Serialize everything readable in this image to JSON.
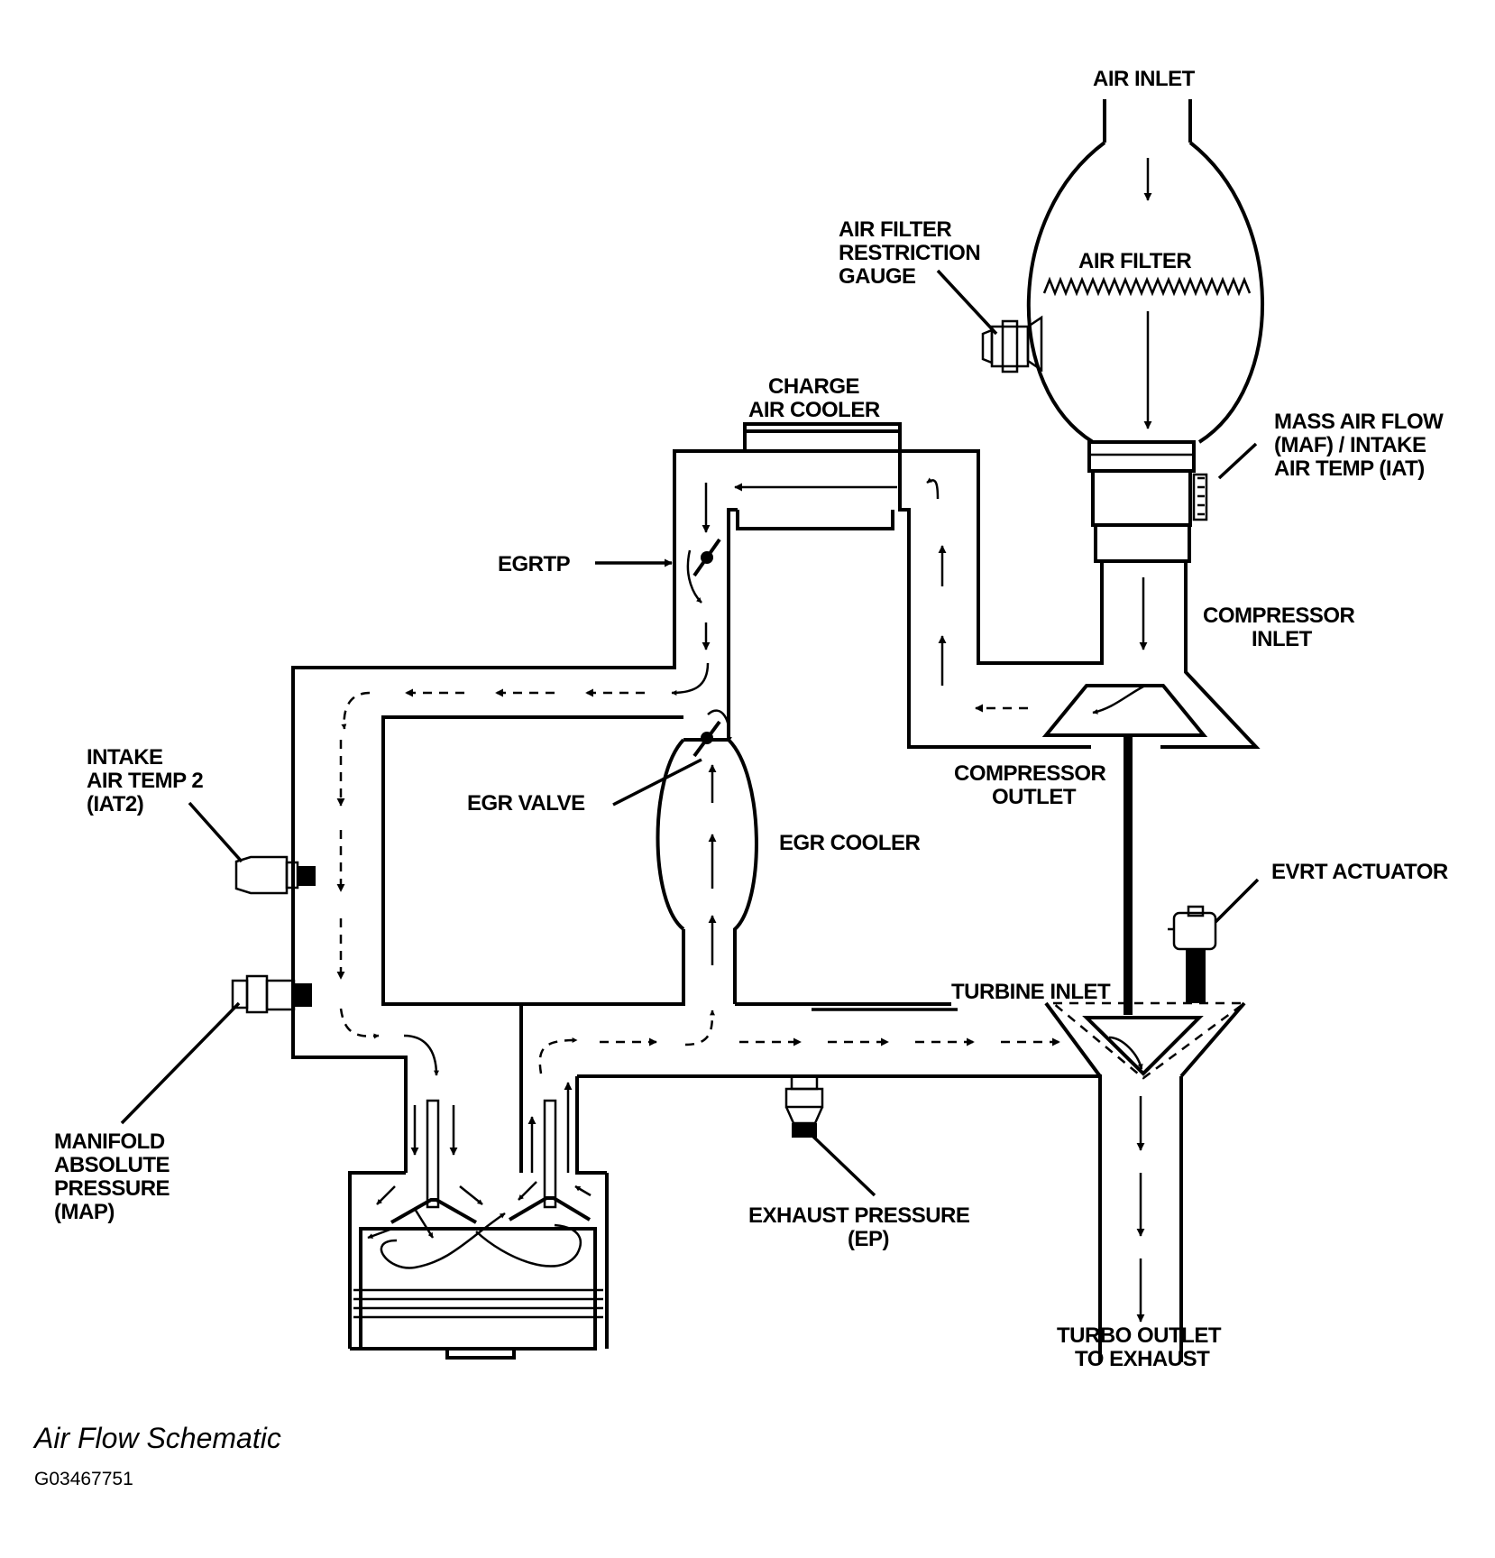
{
  "labels": {
    "air_inlet": "AIR INLET",
    "air_filter": "AIR FILTER",
    "air_filter_restriction_gauge": [
      "AIR FILTER",
      "RESTRICTION",
      "GAUGE"
    ],
    "charge_air_cooler": [
      "CHARGE",
      "AIR COOLER"
    ],
    "mass_air_flow": [
      "MASS AIR FLOW",
      "(MAF) / INTAKE",
      "AIR TEMP (IAT)"
    ],
    "egrtp": "EGRTP",
    "compressor_inlet": [
      "COMPRESSOR",
      "INLET"
    ],
    "intake_air_temp_2": [
      "INTAKE",
      "AIR TEMP 2",
      "(IAT2)"
    ],
    "egr_valve": "EGR VALVE",
    "compressor_outlet": [
      "COMPRESSOR",
      "OUTLET"
    ],
    "egr_cooler": "EGR COOLER",
    "evrt_actuator": "EVRT ACTUATOR",
    "turbine_inlet": "TURBINE INLET",
    "manifold_absolute_pressure": [
      "MANIFOLD",
      "ABSOLUTE",
      "PRESSURE",
      "(MAP)"
    ],
    "exhaust_pressure": [
      "EXHAUST PRESSURE",
      "(EP)"
    ],
    "turbo_outlet": [
      "TURBO OUTLET",
      "TO EXHAUST"
    ]
  },
  "caption": "Air Flow Schematic",
  "figure_id": "G03467751"
}
